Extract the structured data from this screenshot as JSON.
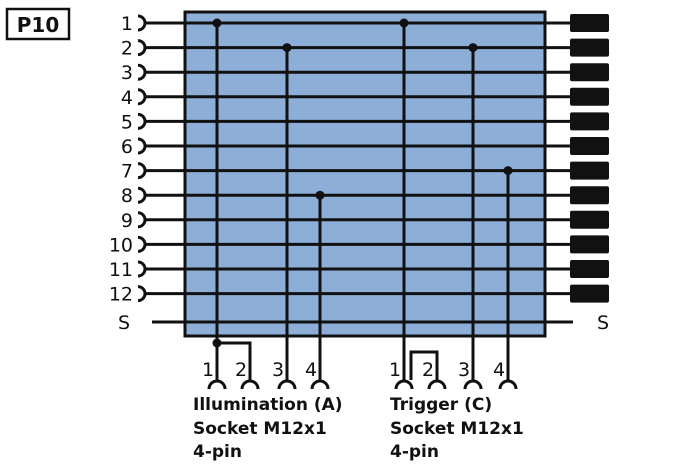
{
  "badge": "P10",
  "terminals": [
    "1",
    "2",
    "3",
    "4",
    "5",
    "6",
    "7",
    "8",
    "9",
    "10",
    "11",
    "12"
  ],
  "shield_label_left": "S",
  "shield_label_right": "S",
  "colors": {
    "panel_fill": "#8caed7",
    "line": "#111111",
    "terminal_block": "#111111"
  },
  "connectors": [
    {
      "id": "A",
      "pin_labels": [
        "1",
        "2",
        "3",
        "4"
      ],
      "caption_lines": [
        "Illumination (A)",
        "Socket M12x1",
        "4-pin"
      ],
      "connections": [
        {
          "pin": "1",
          "to": "1"
        },
        {
          "pin": "2",
          "to": "pin 1"
        },
        {
          "pin": "3",
          "to": "2"
        },
        {
          "pin": "4",
          "to": "8"
        }
      ]
    },
    {
      "id": "C",
      "pin_labels": [
        "1",
        "2",
        "3",
        "4"
      ],
      "caption_lines": [
        "Trigger (C)",
        "Socket M12x1",
        "4-pin"
      ],
      "connections": [
        {
          "pin": "1",
          "to": "1"
        },
        {
          "pin": "2",
          "to": "none"
        },
        {
          "pin": "3",
          "to": "2"
        },
        {
          "pin": "4",
          "to": "7"
        }
      ]
    }
  ]
}
